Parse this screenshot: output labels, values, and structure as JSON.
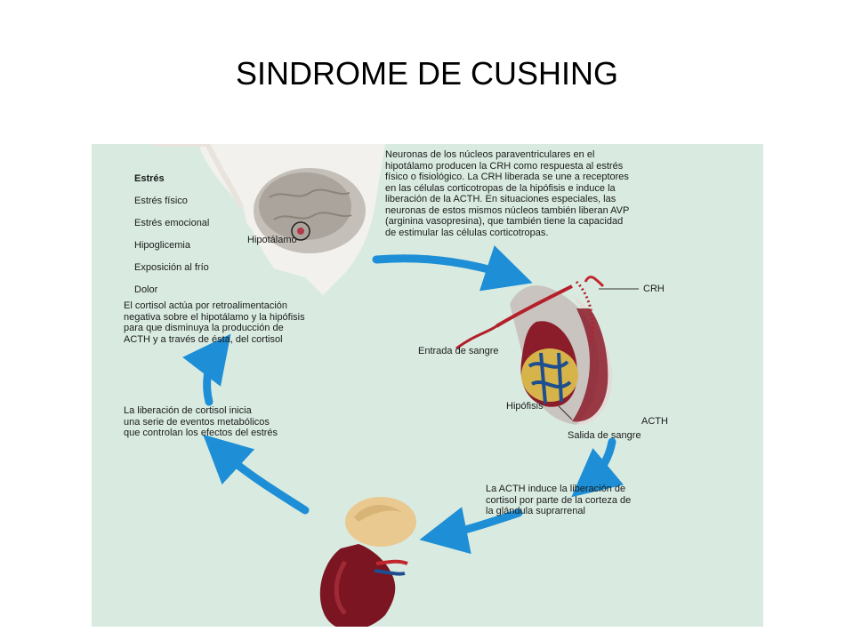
{
  "title": "SINDROME DE CUSHING",
  "stress": {
    "heading": "Estrés",
    "items": [
      "Estrés físico",
      "Estrés emocional",
      "Hipoglicemia",
      "Exposición al frío",
      "Dolor"
    ]
  },
  "labels": {
    "hypothalamus": "Hipotálamo",
    "crh": "CRH",
    "blood_in": "Entrada de sangre",
    "pituitary": "Hipófisis",
    "acth": "ACTH",
    "blood_out": "Salida de sangre"
  },
  "texts": {
    "neurons": "Neuronas de los núcleos paraventriculares en el\nhipotálamo producen la CRH como respuesta al estrés\nfísico o fisiológico. La CRH liberada se une a receptores\nen las células corticotropas de la hipófisis e induce la\nliberación de la ACTH. En situaciones especiales, las\nneuronas de estos mismos núcleos también liberan AVP\n(arginina vasopresina), que también tiene la capacidad\nde estimular las células corticotropas.",
    "feedback": "El cortisol actúa por retroalimentación\nnegativa sobre el hipotálamo y la hipófisis\npara que disminuya la producción de\nACTH y a través de ésta, del cortisol",
    "release": "La liberación de cortisol inicia\nuna serie de eventos metabólicos\nque controlan los efectos del estrés",
    "acth_induces": "La ACTH induce la liberación de\ncortisol por parte de la corteza de\nla glándula suprarrenal"
  },
  "colors": {
    "panel_bg": "#d9ebe1",
    "arrow": "#1e8fd6",
    "gland": "#8b1c2a",
    "adrenal": "#e9c98f"
  }
}
